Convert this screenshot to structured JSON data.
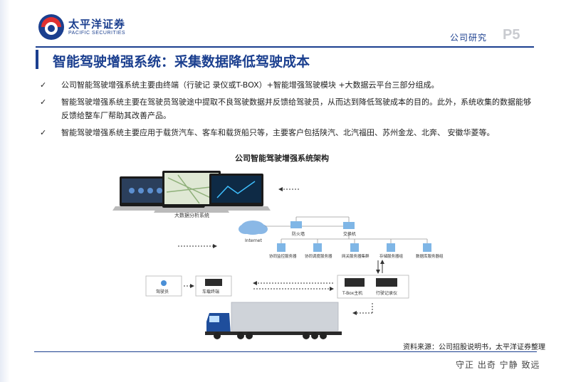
{
  "header": {
    "company_cn": "太平洋证券",
    "company_en": "PACIFIC SECURITIES",
    "section": "公司研究",
    "page": "P5"
  },
  "title": "智能驾驶增强系统：采集数据降低驾驶成本",
  "bullets": [
    "公司智能驾驶增强系统主要由终端（行驶记 录仪或T-BOX）+智能增强驾驶模块 +大数据云平台三部分组成。",
    "智能驾驶增强系统主要在驾驶员驾驶途中提取不良驾驶数据并反馈给驾驶员，从而达到降低驾驶成本的目的。此外，系统收集的数据能够反馈给整车厂帮助其改善产品。",
    "智能驾驶增强系统主要应用于载货汽车、客车和载货船只等，主要客户包括陕汽、北汽福田、苏州金龙、北奔、 安徽华菱等。"
  ],
  "bullet_mark": "✓",
  "figure": {
    "title": "公司智能驾驶增强系统架构",
    "labels": {
      "bigdata": "大数据分析系统",
      "internet": "Internet",
      "firewall": "防火墙",
      "switch": "交换机",
      "srv1": "协同监控服务器",
      "srv2": "协同调度服务器",
      "srv3": "网关服务器集群",
      "srv4": "存储服务器组",
      "srv5": "数据库服务器组",
      "driver": "驾驶员",
      "vehicle_terminal": "车载终端",
      "tbox": "T-Box主机",
      "recorder": "行驶记录仪"
    },
    "colors": {
      "accent": "#1b3f8f",
      "truck_cab": "#1f4e9c",
      "trailer": "#cfd3d9",
      "device": "#2c2c2c",
      "server": "#7fb6e6"
    }
  },
  "source": "资料来源：公司招股说明书，太平洋证券整理",
  "slogan": "守正 出奇 宁静 致远"
}
